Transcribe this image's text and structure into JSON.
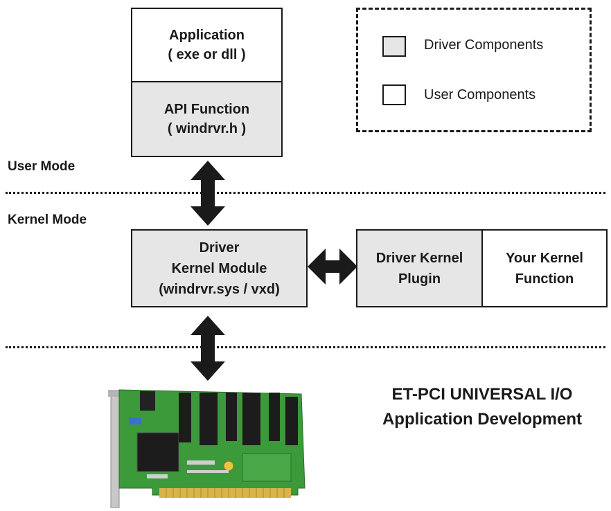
{
  "application": {
    "line1": "Application",
    "line2": "( exe or dll )"
  },
  "api_function": {
    "line1": "API Function",
    "line2": "( windrvr.h )"
  },
  "user_mode_label": "User Mode",
  "kernel_mode_label": "Kernel Mode",
  "driver_kernel_module": {
    "line1": "Driver",
    "line2": "Kernel Module",
    "line3": "(windrvr.sys / vxd)"
  },
  "driver_kernel_plugin": {
    "line1": "Driver Kernel",
    "line2": "Plugin"
  },
  "your_kernel_function": {
    "line1": "Your Kernel",
    "line2": "Function"
  },
  "legend": {
    "driver_components": "Driver Components",
    "user_components": "User Components"
  },
  "caption": {
    "line1": "ET-PCI UNIVERSAL I/O",
    "line2": "Application Development"
  },
  "colors": {
    "driver_component_fill": "#e6e6e6",
    "user_component_fill": "#ffffff",
    "board_green": "#3c9a3a",
    "line_color": "#1a1a1a"
  }
}
